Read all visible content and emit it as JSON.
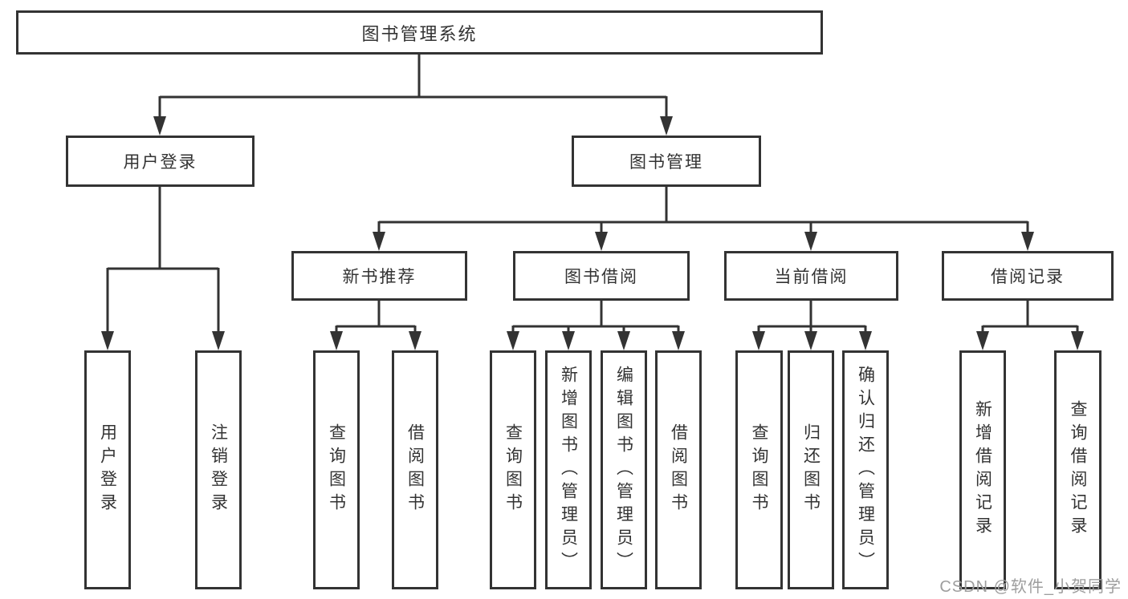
{
  "tree": {
    "root": "图书管理系统",
    "user_login": {
      "label": "用户登录",
      "children": [
        "用户登录",
        "注销登录"
      ]
    },
    "book_mgmt": {
      "label": "图书管理",
      "sections": [
        {
          "label": "新书推荐",
          "children": [
            "查询图书",
            "借阅图书"
          ]
        },
        {
          "label": "图书借阅",
          "children": [
            "查询图书",
            "新增图书（管理员）",
            "编辑图书（管理员）",
            "借阅图书"
          ]
        },
        {
          "label": "当前借阅",
          "children": [
            "查询图书",
            "归还图书",
            "确认归还（管理员）"
          ]
        },
        {
          "label": "借阅记录",
          "children": [
            "新增借阅记录",
            "查询借阅记录"
          ]
        }
      ]
    }
  },
  "watermark": "CSDN @软件_小贺同学",
  "colors": {
    "line": "#333333",
    "box_border": "#333333",
    "text": "#333333",
    "watermark_text": "#9e9e9e",
    "background": "#ffffff"
  }
}
